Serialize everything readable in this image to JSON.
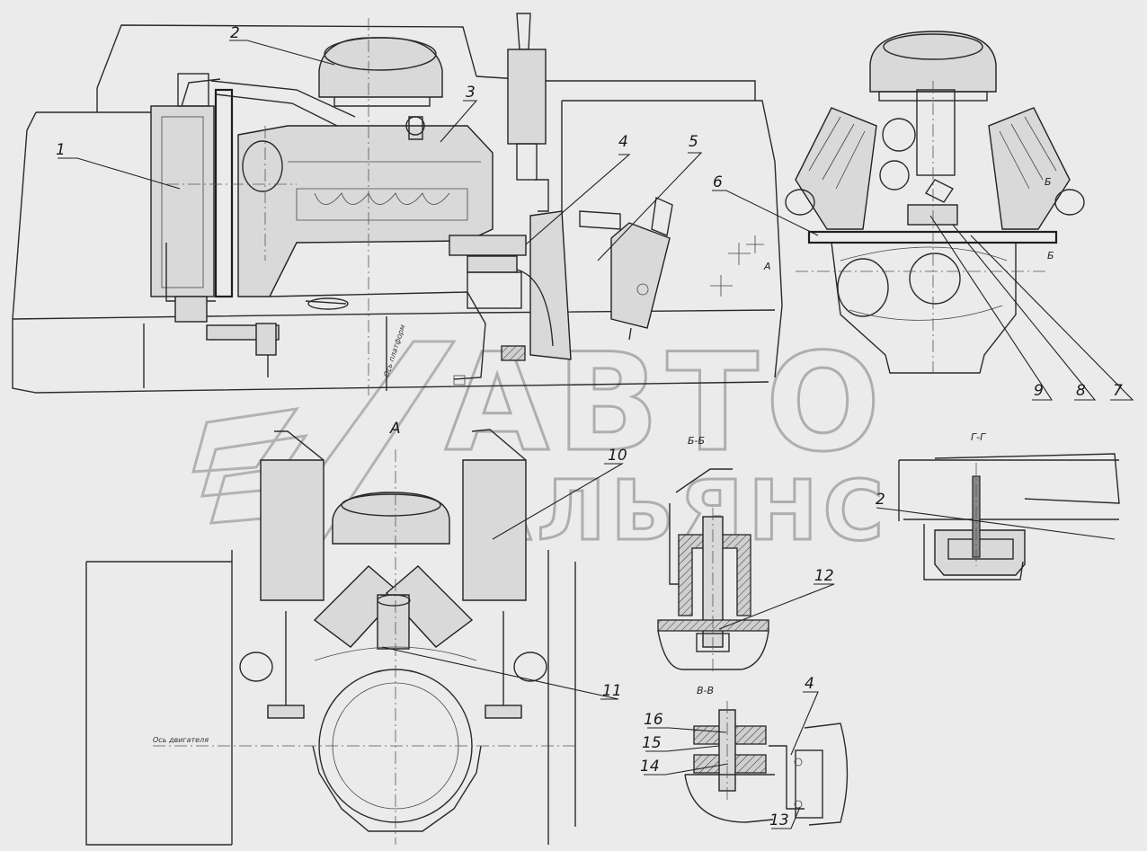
{
  "callouts": [
    "1",
    "2",
    "3",
    "4",
    "5",
    "6",
    "7",
    "8",
    "9",
    "10",
    "11",
    "12",
    "13",
    "14",
    "15",
    "16"
  ],
  "detail_callouts": {
    "gg_item": "2",
    "vv_item": "4"
  },
  "section_labels": {
    "view_a": "А",
    "arrow_a": "А",
    "section_bb": "Б-Б",
    "section_vv": "В-В",
    "section_gg": "Г-Г",
    "mark_b1": "Б",
    "mark_b2": "Б"
  },
  "annotations": {
    "platform_axis": "Ось платформ",
    "engine_axis": "Ось двигателя"
  },
  "watermark": {
    "line1": "АВТО",
    "line2": "АЛЬЯНС"
  },
  "colors": {
    "paper": "#ebebeb",
    "ink": "#2a2a2a",
    "watermark": "#9a9a9a"
  }
}
